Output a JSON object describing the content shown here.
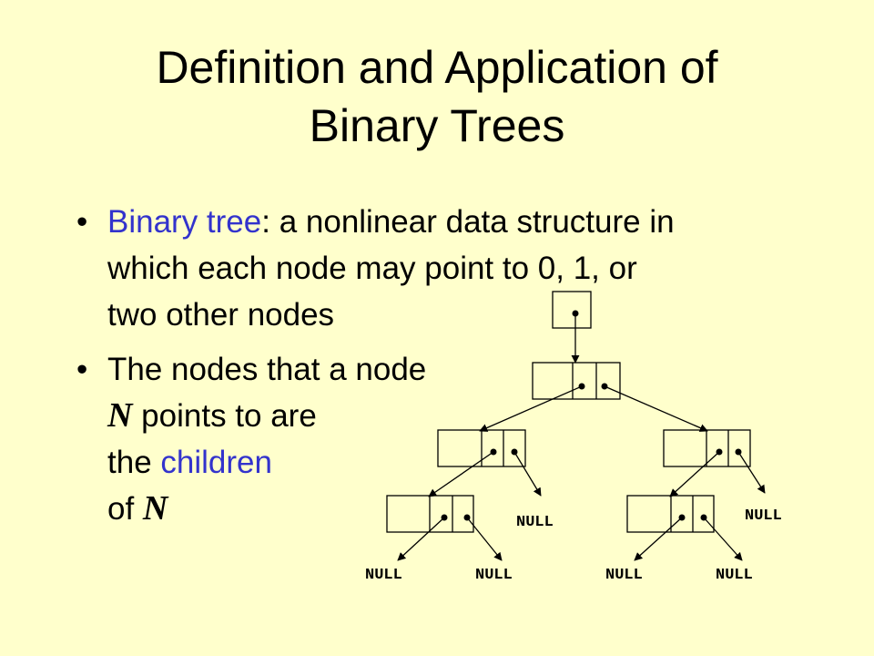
{
  "title": {
    "line1": "Definition and Application of",
    "line2": "Binary Trees"
  },
  "bullet1": {
    "marker": "•",
    "term": "Binary tree",
    "rest_line1": ": a nonlinear data structure in",
    "line2": "which each node may point to 0, 1, or",
    "line3": "two other nodes"
  },
  "bullet2": {
    "marker": "•",
    "line1": "The nodes that a node",
    "n1": "N",
    "line2_rest": " points to are",
    "line3_pre": "the ",
    "line3_term": "children",
    "line4_pre": "of ",
    "n2": "N"
  },
  "diagram": {
    "null_label": "NULL",
    "colors": {
      "stroke": "#000000"
    }
  }
}
